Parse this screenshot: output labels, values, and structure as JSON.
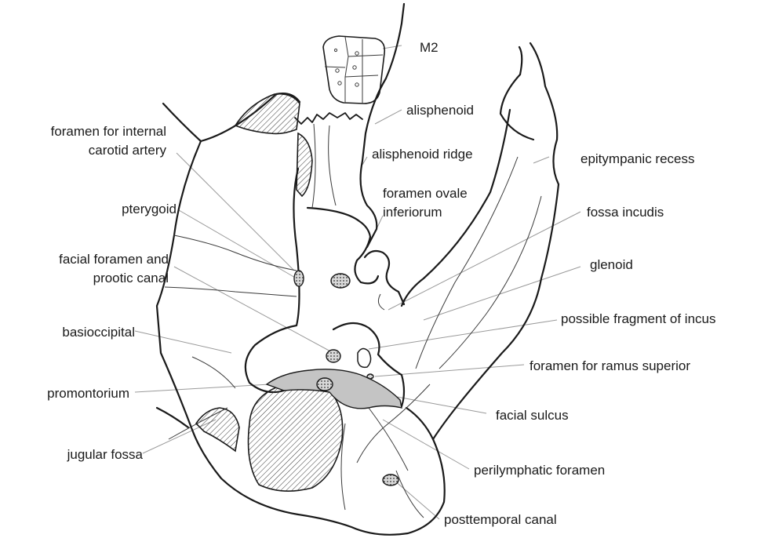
{
  "labels": {
    "m2": "M2",
    "alisphenoid": "alisphenoid",
    "alisphenoid_ridge": "alisphenoid ridge",
    "epitympanic_recess": "epitympanic recess",
    "foramen_internal_carotid_1": "foramen for internal",
    "foramen_internal_carotid_2": "carotid artery",
    "foramen_ovale_1": "foramen ovale",
    "foramen_ovale_2": "inferiorum",
    "fossa_incudis": "fossa incudis",
    "pterygoid": "pterygoid",
    "glenoid": "glenoid",
    "facial_foramen_1": "facial foramen and",
    "facial_foramen_2": "prootic canal",
    "possible_fragment_incus": "possible fragment of incus",
    "basioccipital": "basioccipital",
    "foramen_ramus_superior": "foramen for ramus superior",
    "promontorium": "promontorium",
    "facial_sulcus": "facial sulcus",
    "jugular_fossa": "jugular fossa",
    "perilymphatic_foramen": "perilymphatic foramen",
    "posttemporal_canal": "posttemporal canal"
  }
}
